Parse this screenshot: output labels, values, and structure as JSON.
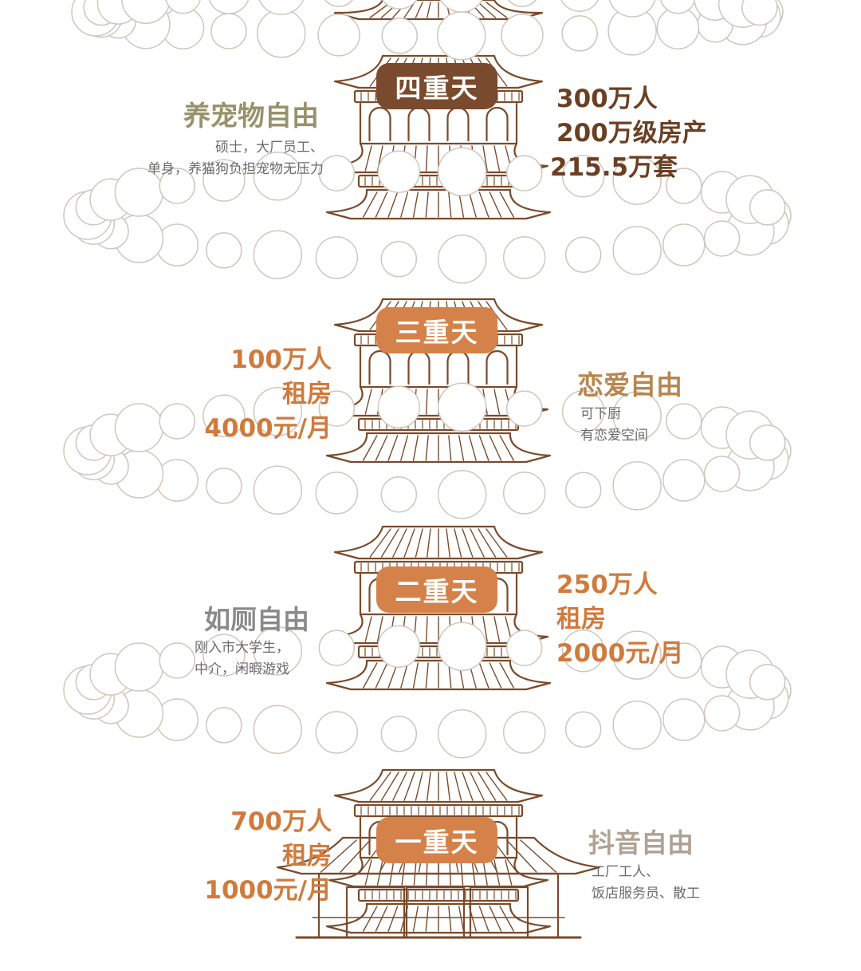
{
  "levels": [
    {
      "name": "四重天",
      "freedom": "养宠物自由",
      "desc": [
        "硕士，大厂员工、",
        "单身，养猫狗负担宠物无压力"
      ],
      "stats": [
        "300万人",
        "200万级房产",
        "215.5万套"
      ]
    },
    {
      "name": "三重天",
      "freedom": "恋爱自由",
      "desc": [
        "可下厨",
        "有恋爱空间"
      ],
      "stats": [
        "100万人",
        "租房",
        "4000元/月"
      ]
    },
    {
      "name": "二重天",
      "freedom": "如厕自由",
      "desc": [
        "刚入市大学生，",
        "中介，闲暇游戏"
      ],
      "stats": [
        "250万人",
        "租房",
        "2000元/月"
      ]
    },
    {
      "name": "一重天",
      "freedom": "抖音自由",
      "desc": [
        "工厂工人、",
        "饭店服务员、散工"
      ],
      "stats": [
        "700万人",
        "租房",
        "1000元/月"
      ]
    }
  ],
  "colors": {
    "line": "#7a4a2a",
    "cloud": "#cfc7be",
    "badge_dark": "#7a4a2e",
    "badge_orange": "#d4824a",
    "stat_dark": "#6b3f22",
    "stat_orange": "#d07a3c",
    "freedom_olive": "#97926a",
    "freedom_brown": "#b8864e",
    "freedom_gray": "#8a8a8a",
    "freedom_tan": "#b0a294"
  }
}
